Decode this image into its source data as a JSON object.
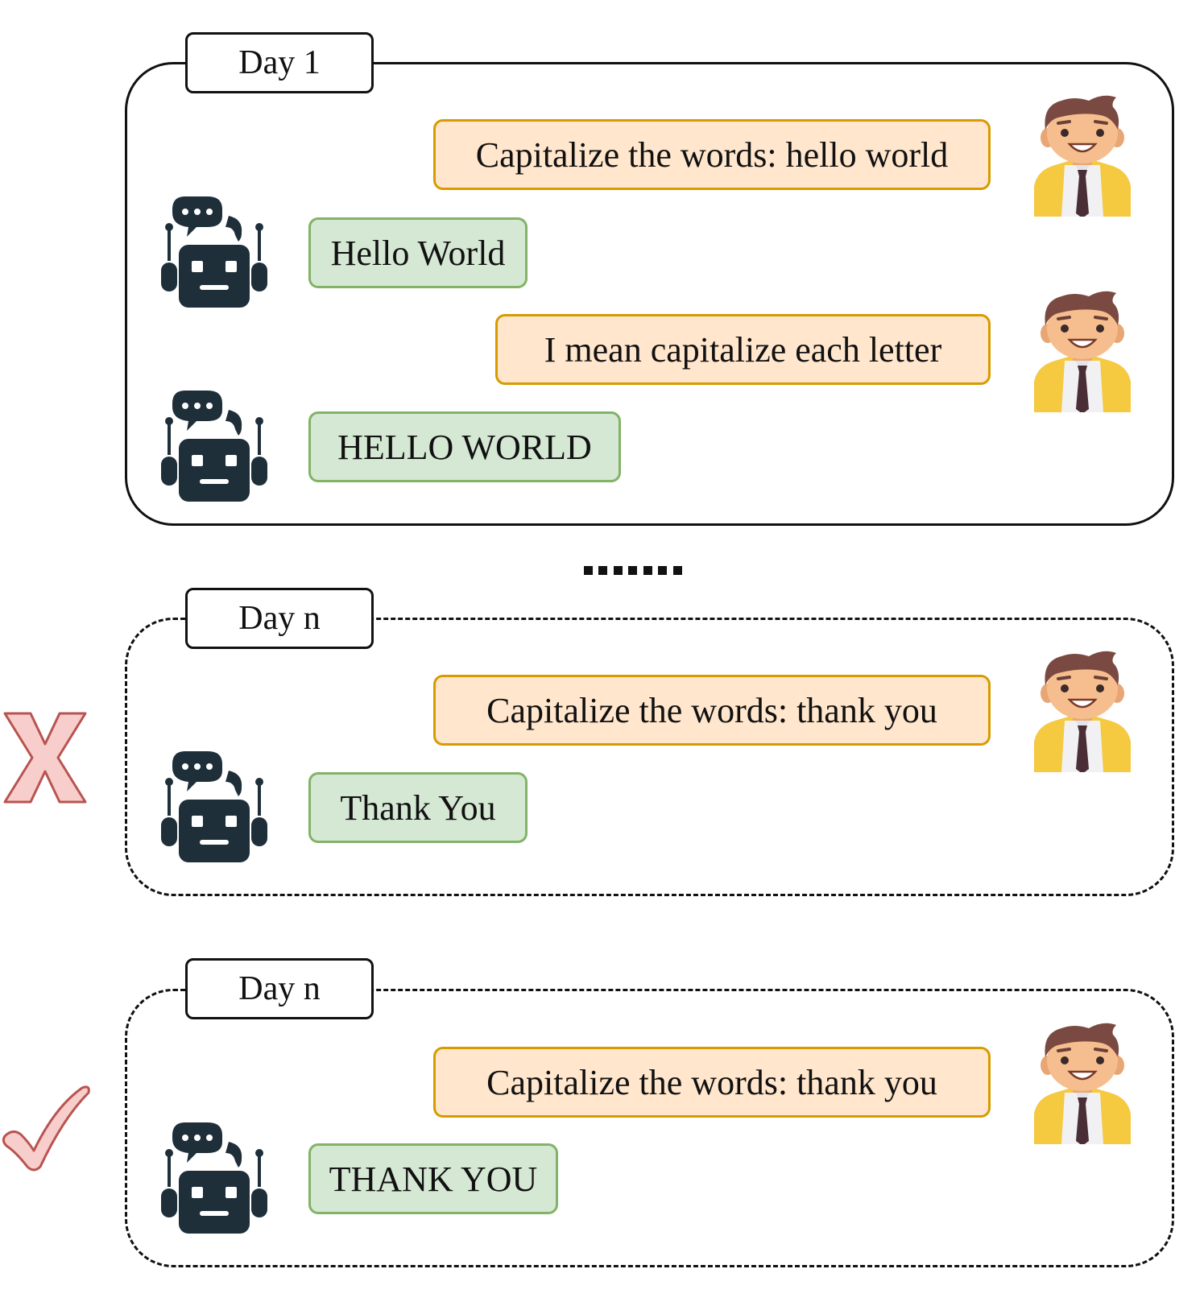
{
  "panels": [
    {
      "day_label": "Day 1",
      "messages": [
        {
          "role": "user",
          "text": "Capitalize the words: hello world"
        },
        {
          "role": "assistant",
          "text": "Hello World"
        },
        {
          "role": "user",
          "text": "I mean capitalize each letter"
        },
        {
          "role": "assistant",
          "text": "HELLO WORLD"
        }
      ]
    },
    {
      "day_label": "Day n",
      "outcome": "incorrect",
      "messages": [
        {
          "role": "user",
          "text": "Capitalize the words: thank you"
        },
        {
          "role": "assistant",
          "text": "Thank You"
        }
      ]
    },
    {
      "day_label": "Day n",
      "outcome": "correct",
      "messages": [
        {
          "role": "user",
          "text": "Capitalize the words: thank you"
        },
        {
          "role": "assistant",
          "text": "THANK YOU"
        }
      ]
    }
  ],
  "icons": {
    "user": "businessman-avatar-icon",
    "assistant": "robot-chat-icon",
    "incorrect": "cross-mark-icon",
    "correct": "check-mark-icon",
    "separator": "ellipsis-dots"
  },
  "colors": {
    "user_bubble_fill": "#ffe6cc",
    "user_bubble_border": "#d79b00",
    "bot_bubble_fill": "#d5e8d4",
    "bot_bubble_border": "#82b366",
    "robot": "#1e2f3a",
    "mark": "#b85450",
    "mark_fill": "#f8cecc"
  }
}
